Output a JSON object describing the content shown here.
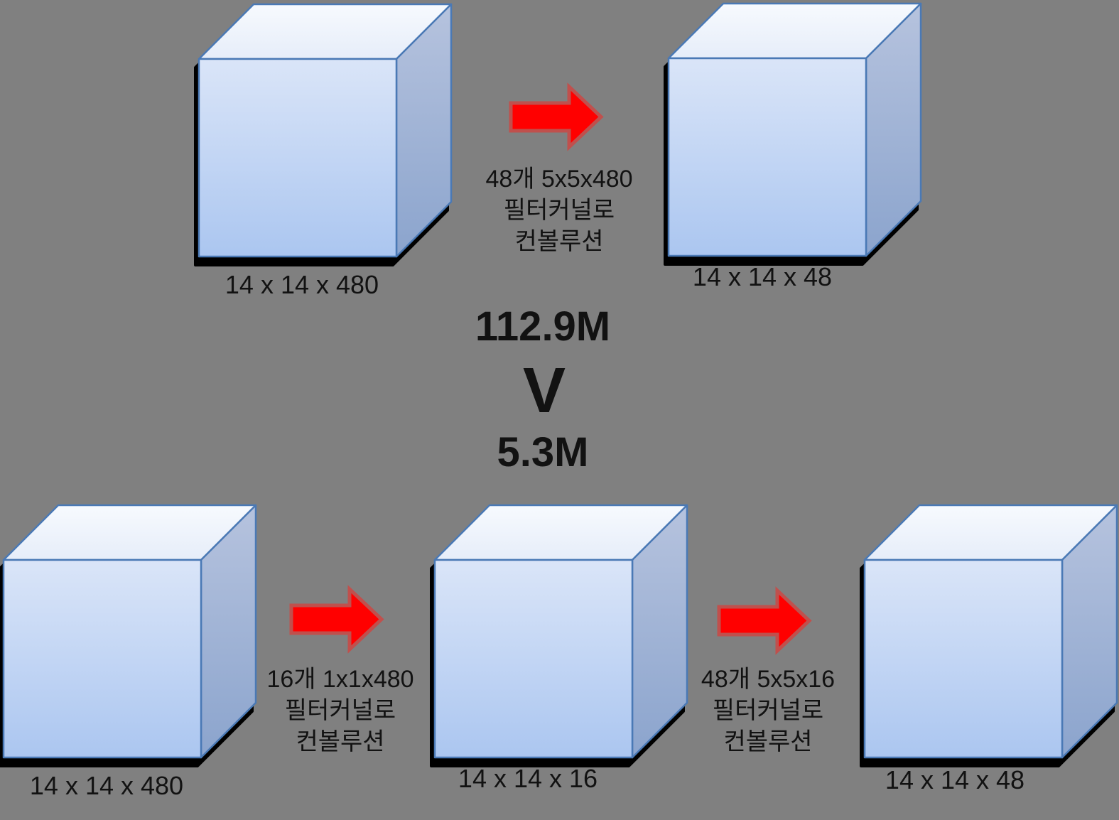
{
  "diagram_title_implicit": "Convolution parameter comparison (5x5 direct vs 1x1 bottleneck)",
  "top_flow": {
    "input_label": "14 x 14 x 480",
    "arrow_caption": [
      "48개 5x5x480",
      "필터커널로",
      "컨볼루션"
    ],
    "output_label": "14 x 14 x 48"
  },
  "comparison": {
    "top_params": "112.9M",
    "versus": "V",
    "bottom_params": "5.3M"
  },
  "bottom_flow": {
    "input_label": "14 x 14 x 480",
    "arrow1_caption": [
      "16개 1x1x480",
      "필터커널로",
      "컨볼루션"
    ],
    "mid_label": "14 x 14 x 16",
    "arrow2_caption": [
      "48개 5x5x16",
      "필터커널로",
      "컨볼루션"
    ],
    "output_label": "14 x 14 x 48"
  },
  "colors": {
    "background": "#808080",
    "cube_front_top": "#dae5f8",
    "cube_front_bottom": "#abc6f0",
    "cube_top_face_back": "#f7fafe",
    "cube_top_face_front": "#e6edf9",
    "cube_side_top": "#b6c3de",
    "cube_side_bottom": "#8ba4cd",
    "cube_edge": "#4a79b5",
    "cube_shadow": "#000000",
    "arrow_fill": "#ff0000",
    "arrow_edge": "#c0504d",
    "text": "#121212"
  }
}
